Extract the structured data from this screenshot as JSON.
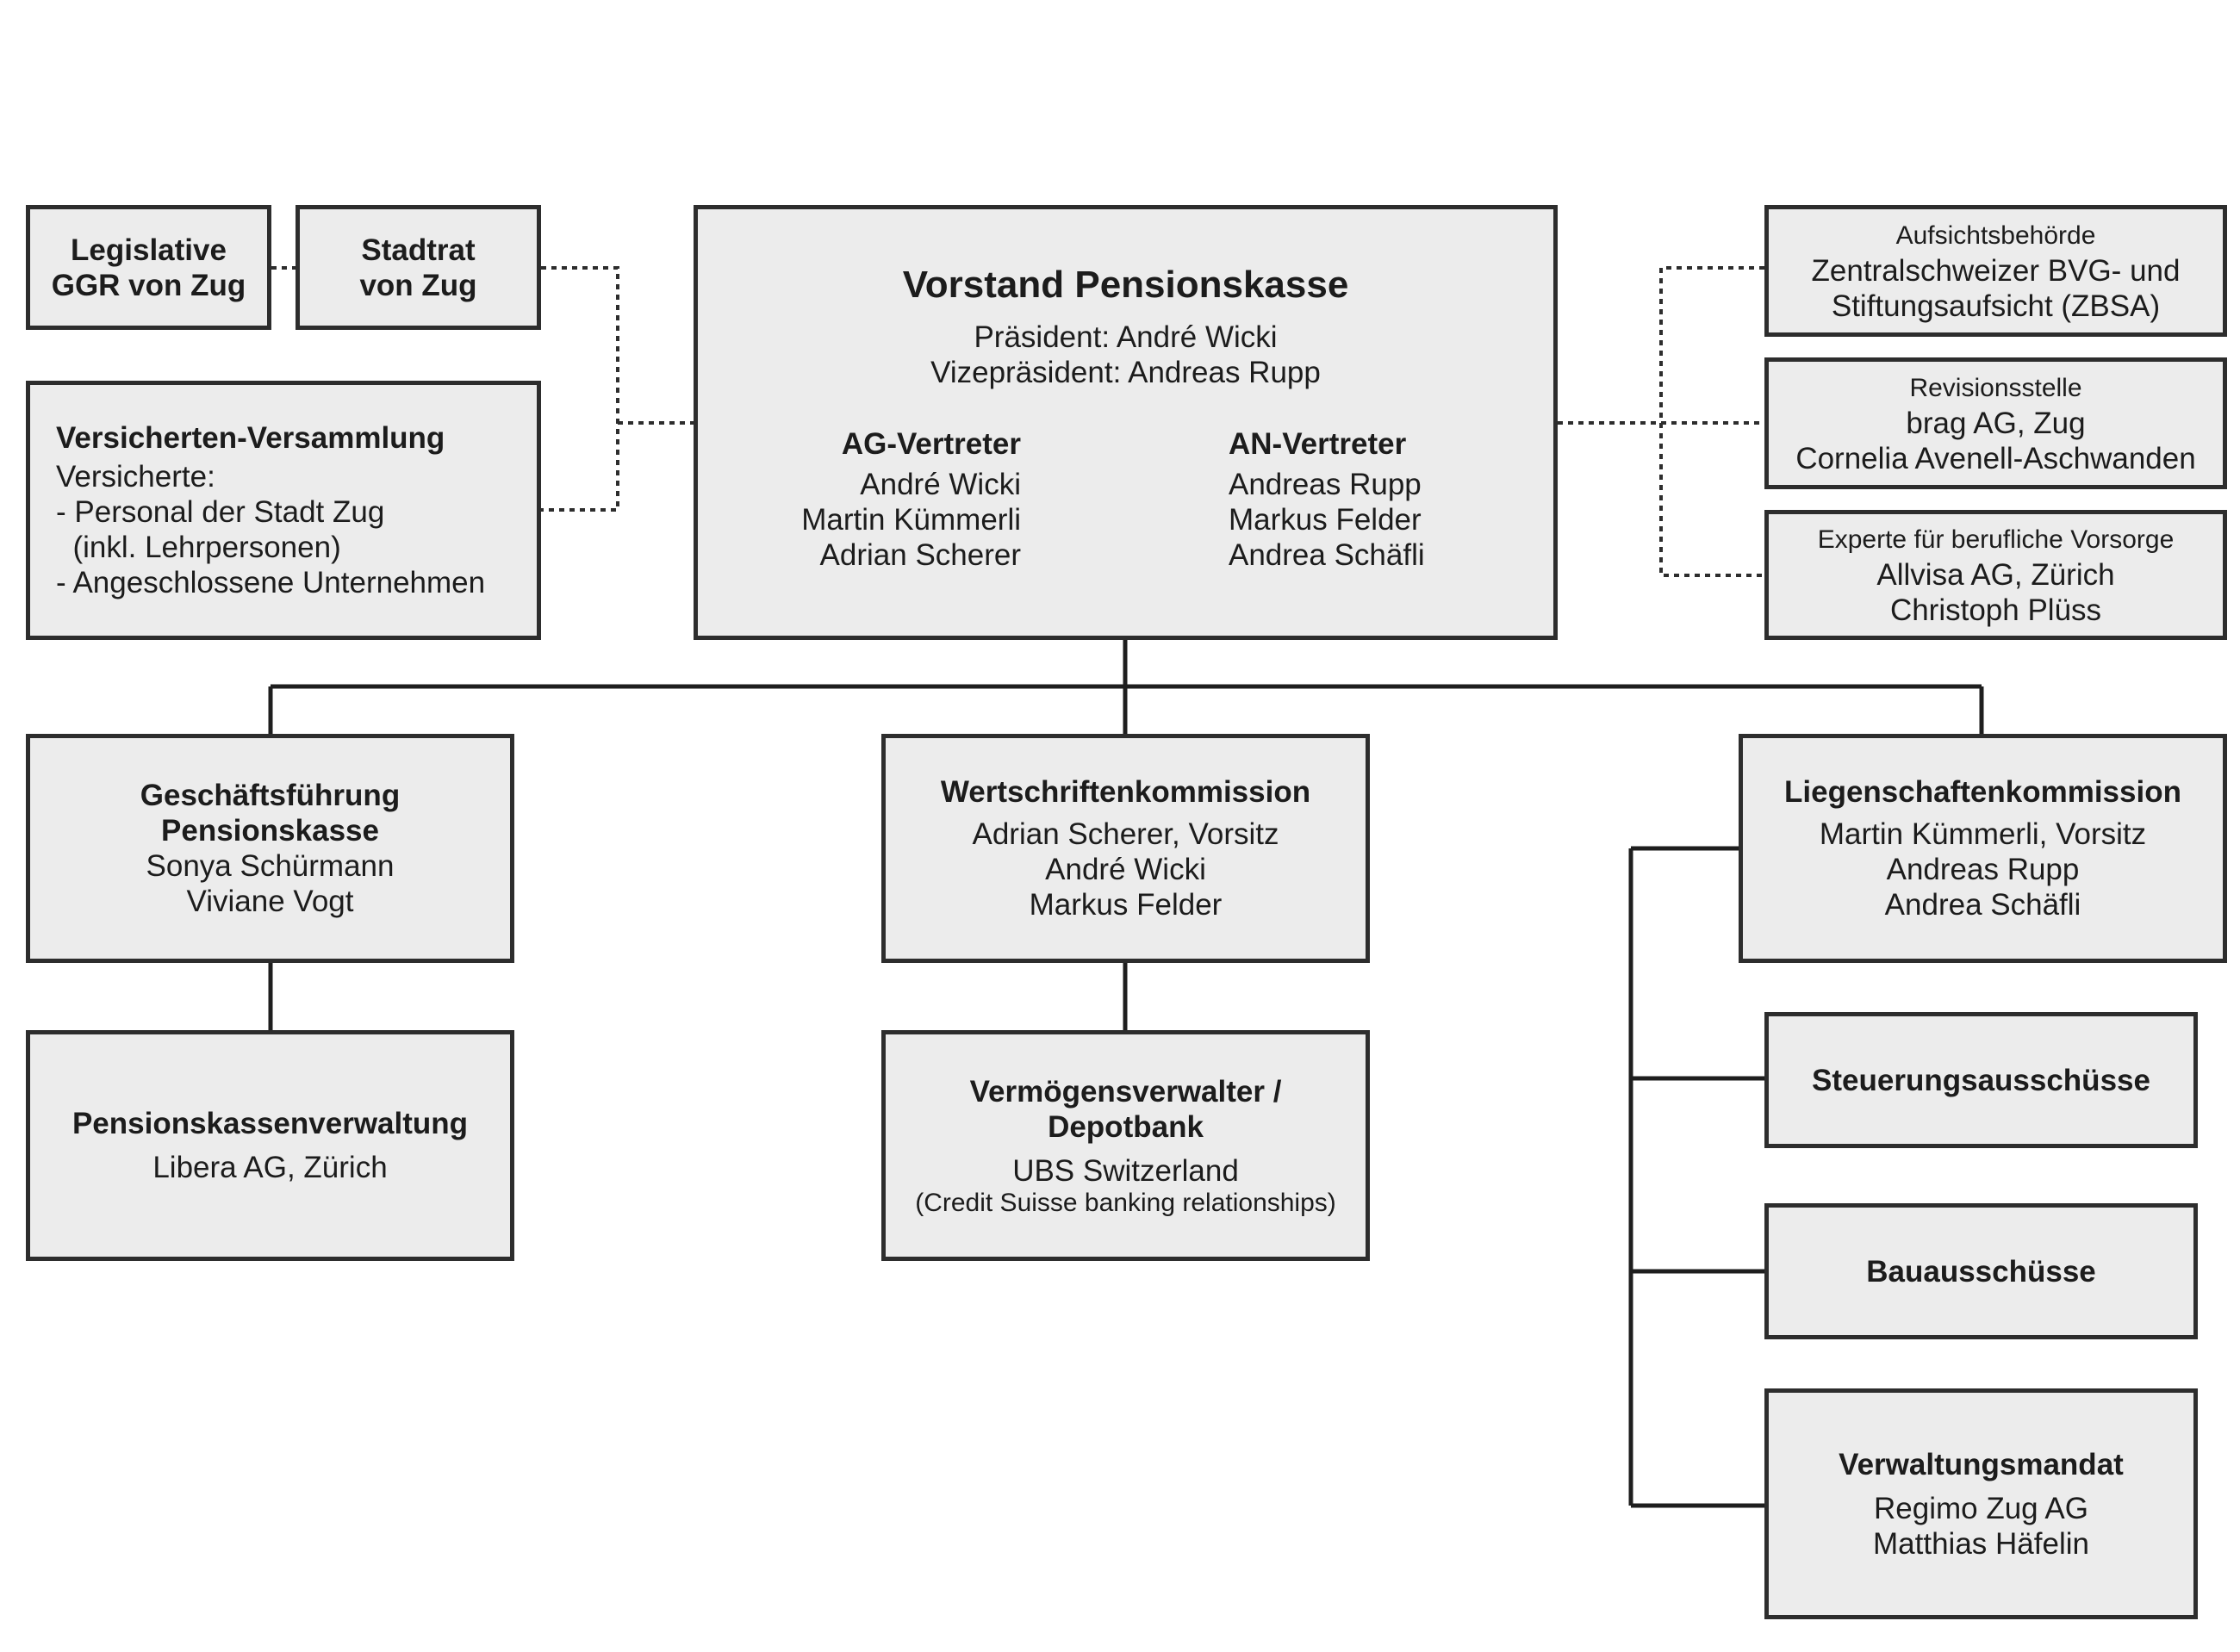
{
  "legislative": {
    "lines": [
      "Legislative",
      "GGR von Zug"
    ]
  },
  "stadtrat": {
    "lines": [
      "Stadtrat",
      "von Zug"
    ]
  },
  "versammlung": {
    "title": "Versicherten-Versammlung",
    "lines": [
      "Versicherte:",
      "- Personal der Stadt Zug",
      "  (inkl. Lehrpersonen)",
      "- Angeschlossene Unternehmen"
    ]
  },
  "vorstand": {
    "title": "Vorstand Pensionskasse",
    "president": "Präsident: André Wicki",
    "vice_president": "Vizepräsident: Andreas Rupp",
    "ag": {
      "title": "AG-Vertreter",
      "members": [
        "André Wicki",
        "Martin Kümmerli",
        "Adrian Scherer"
      ]
    },
    "an": {
      "title": "AN-Vertreter",
      "members": [
        "Andreas Rupp",
        "Markus Felder",
        "Andrea Schäfli"
      ]
    }
  },
  "aufsicht": {
    "label": "Aufsichtsbehörde",
    "lines": [
      "Zentralschweizer BVG- und",
      "Stiftungsaufsicht (ZBSA)"
    ]
  },
  "revision": {
    "label": "Revisionsstelle",
    "lines": [
      "brag AG, Zug",
      "Cornelia Avenell-Aschwanden"
    ]
  },
  "experte": {
    "label": "Experte für berufliche Vorsorge",
    "lines": [
      "Allvisa AG, Zürich",
      "Christoph Plüss"
    ]
  },
  "geschaeftsfuehrung": {
    "title_lines": [
      "Geschäftsführung",
      "Pensionskasse"
    ],
    "lines": [
      "Sonya Schürmann",
      "Viviane Vogt"
    ]
  },
  "wertschriften": {
    "title": "Wertschriftenkommission",
    "lines": [
      "Adrian Scherer, Vorsitz",
      "André Wicki",
      "Markus Felder"
    ]
  },
  "liegenschaften": {
    "title": "Liegenschaftenkommission",
    "lines": [
      "Martin Kümmerli, Vorsitz",
      "Andreas Rupp",
      "Andrea Schäfli"
    ]
  },
  "pkverwaltung": {
    "title": "Pensionskassenverwaltung",
    "lines": [
      "Libera AG, Zürich"
    ]
  },
  "vermoegen": {
    "title_lines": [
      "Vermögensverwalter /",
      "Depotbank"
    ],
    "lines": [
      "UBS Switzerland"
    ],
    "note": "(Credit Suisse banking relationships)"
  },
  "steuerung": {
    "title": "Steuerungsausschüsse"
  },
  "bau": {
    "title": "Bauausschüsse"
  },
  "verwaltungsmandat": {
    "title": "Verwaltungsmandat",
    "lines": [
      "Regimo Zug AG",
      "Matthias Häfelin"
    ]
  }
}
